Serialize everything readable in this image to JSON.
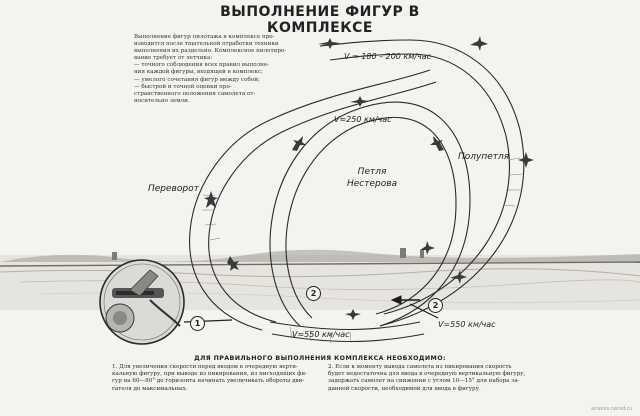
{
  "title": "ВЫПОЛНЕНИЕ ФИГУР В КОМПЛЕКСЕ",
  "intro": [
    "Выполнение фигур пилотажа в комплексе про-",
    "изводится после тщательной отработки техники",
    "выполнения их раздельно. Комплексное пилотиро-",
    "вание требует от летчика:",
    "— точного соблюдения всех правил выполне-",
    "ния каждой фигуры, входящей в комплекс;",
    "— умелого сочетания фигур между собой;",
    "— быстрой и точной оценки про-",
    "странственного положения самолета от-",
    "носительно земли."
  ],
  "labels": {
    "speed_top": "V = 180 – 200 км/час",
    "speed_mid": "V≈250 км/час",
    "speed_right": "V=550 км/час",
    "speed_bottom": "V≈550 км/час",
    "figure_perevorot": "Переворот",
    "figure_petlya_1": "Петля",
    "figure_petlya_2": "Нестерова",
    "figure_polupetlya": "Полупетля"
  },
  "markers": [
    "1",
    "2",
    "2"
  ],
  "bottom": {
    "heading": "ДЛЯ ПРАВИЛЬНОГО ВЫПОЛНЕНИЯ КОМПЛЕКСА НЕОБХОДИМО:",
    "note_1": [
      "1. Для увеличения скорости перед вводом в очередную верти-",
      "кальную фигуру, при выводе из пикирования, из нисходящих фи-",
      "гур на 60—80° до горизонта начинать увеличивать обороты дви-",
      "гателя до максимальных."
    ],
    "note_2": [
      "2. Если к моменту вывода самолета из пикирования скорость",
      "будет недостаточна для ввода в очередную вертикальную фигуру,",
      "задержать самолет на снижении с углом 10—15° для набора за-",
      "данной скорости, необходимой для ввода в фигуру."
    ]
  },
  "watermark": "airaces.narod.ru"
}
